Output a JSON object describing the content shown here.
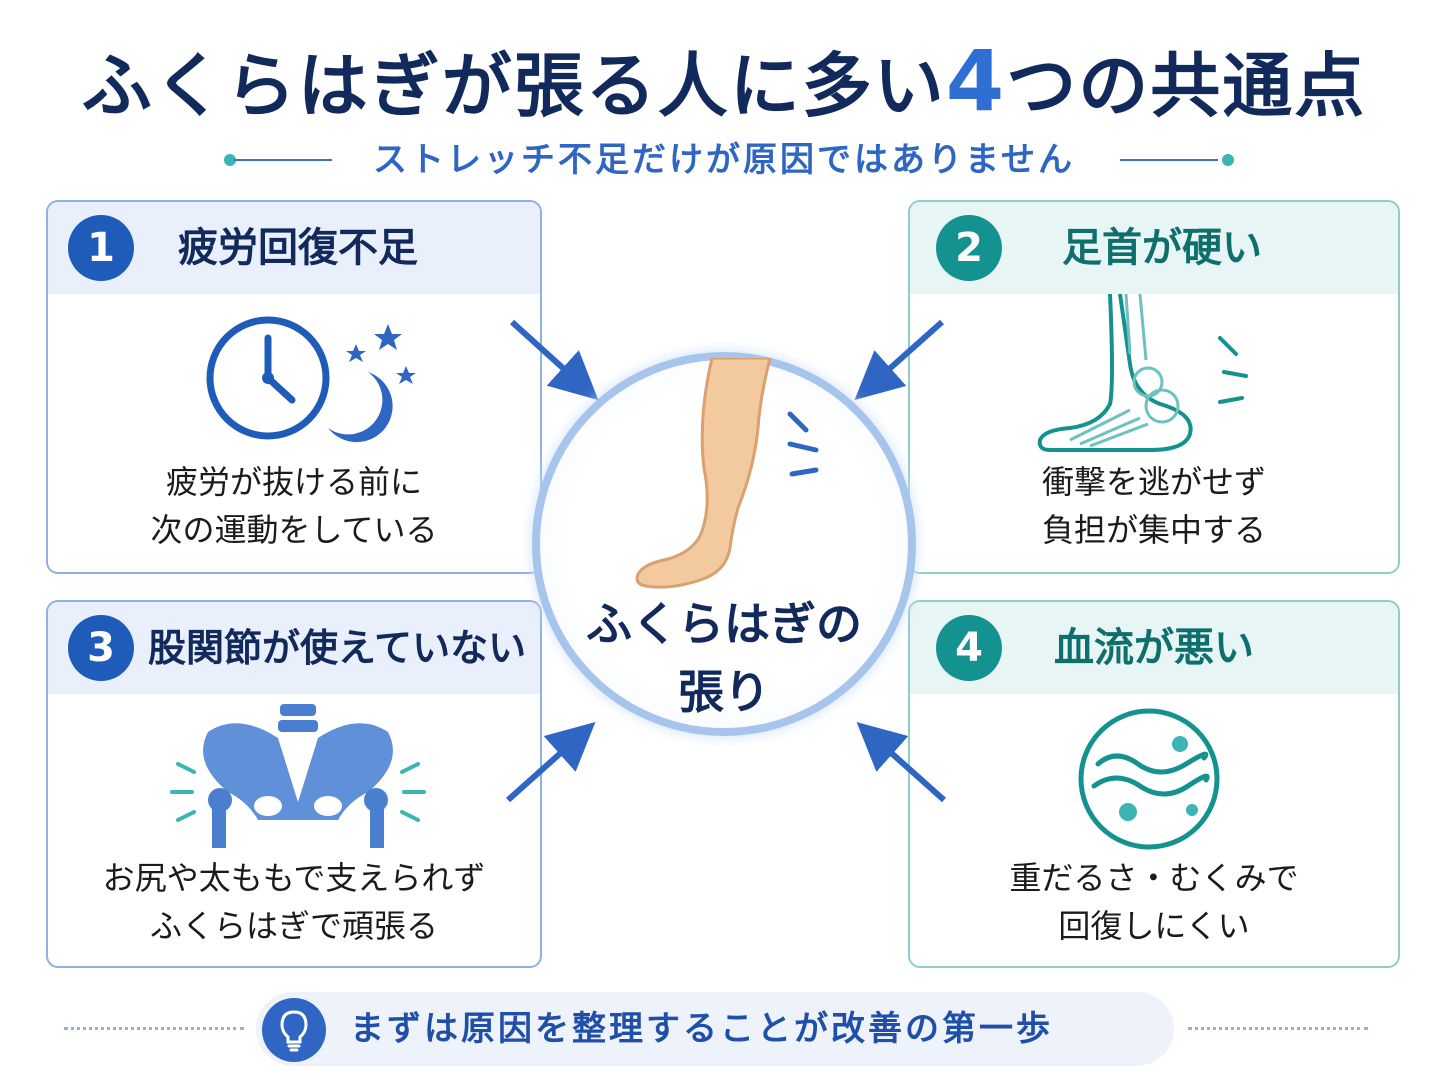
{
  "header": {
    "title_before": "ふくらはぎが張る人に多い",
    "title_number": "4",
    "title_after": "つの共通点",
    "subtitle": "ストレッチ不足だけが原因ではありません"
  },
  "center": {
    "line1": "ふくらはぎの",
    "line2": "張り"
  },
  "cards": [
    {
      "number": "1",
      "title": "疲労回復不足",
      "desc_line1": "疲労が抜ける前に",
      "desc_line2": "次の運動をしている",
      "icon": "clock-moon-icon"
    },
    {
      "number": "2",
      "title": "足首が硬い",
      "desc_line1": "衝撃を逃がせず",
      "desc_line2": "負担が集中する",
      "icon": "ankle-bones-icon"
    },
    {
      "number": "3",
      "title": "股関節が使えていない",
      "desc_line1": "お尻や太ももで支えられず",
      "desc_line2": "ふくらはぎで頑張る",
      "icon": "pelvis-icon"
    },
    {
      "number": "4",
      "title": "血流が悪い",
      "desc_line1": "重だるさ・むくみで",
      "desc_line2": "回復しにくい",
      "icon": "blood-flow-icon"
    }
  ],
  "footer": {
    "text": "まずは原因を整理することが改善の第一歩",
    "icon": "lightbulb-icon"
  },
  "colors": {
    "navy": "#12295b",
    "blue": "#1f5bb8",
    "teal": "#13928f",
    "light_blue_bg": "#e9f0fb",
    "light_teal_bg": "#e7f5f4"
  }
}
